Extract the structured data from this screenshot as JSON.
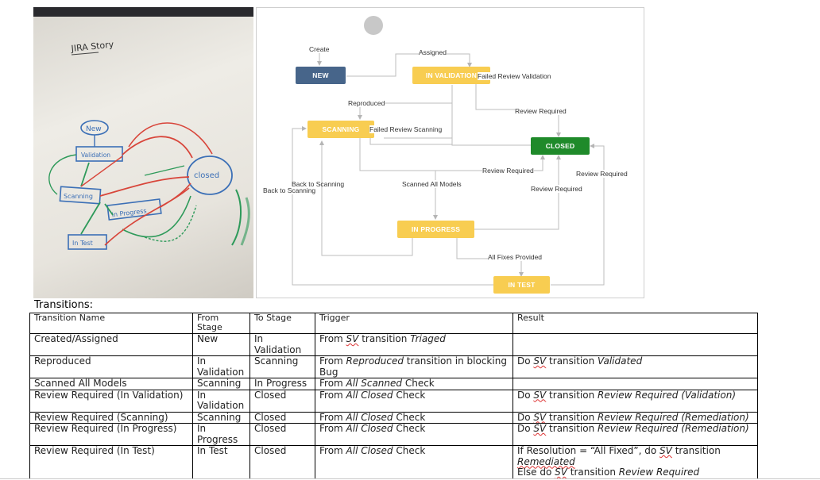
{
  "photo": {
    "title_text": "JIRA Story",
    "labels": [
      "New",
      "Validation",
      "Scanning",
      "In Progress",
      "In Test",
      "closed"
    ]
  },
  "diagram": {
    "nodes": {
      "new": "NEW",
      "in_validation": "IN VALIDATION",
      "scanning": "SCANNING",
      "closed": "CLOSED",
      "in_progress": "IN PROGRESS",
      "in_test": "IN TEST"
    },
    "edges": {
      "create": "Create",
      "assigned": "Assigned",
      "failed_review_validation": "Failed Review Validation",
      "reproduced": "Reproduced",
      "review_required_1": "Review Required",
      "failed_review_scanning": "Failed Review Scanning",
      "review_required_2": "Review Required",
      "review_required_3": "Review Required",
      "back_to_scanning_1": "Back to Scanning",
      "back_to_scanning_2": "Back to Scanning",
      "scanned_all_models": "Scanned All Models",
      "review_required_4": "Review Required",
      "all_fixes_provided": "All Fixes Provided"
    },
    "colors": {
      "yellow": "#f8cd51",
      "blue": "#47658a",
      "green": "#1f8a2a",
      "start": "#c8c8c8"
    }
  },
  "section_title": "Transitions:",
  "table": {
    "headers": [
      "Transition Name",
      "From Stage",
      "To Stage",
      "Trigger",
      "Result"
    ],
    "rows": [
      {
        "name": "Created/Assigned",
        "from": "New",
        "to": "In Validation",
        "trigger": {
          "pre": "From ",
          "sv": "SV",
          "mid": " transition ",
          "em": "Triaged",
          "post": ""
        },
        "result": null
      },
      {
        "name": "Reproduced",
        "from": "In Validation",
        "to": "Scanning",
        "trigger": {
          "pre": "From ",
          "em": "Reproduced",
          "post": " transition in blocking Bug"
        },
        "result": {
          "pre": "Do ",
          "sv": "SV",
          "mid": " transition ",
          "em": "Validated"
        }
      },
      {
        "name": "Scanned All Models",
        "from": "Scanning",
        "to": "In Progress",
        "trigger": {
          "pre": "From ",
          "em": "All Scanned",
          "post": " Check"
        },
        "result": null
      },
      {
        "name": "Review Required (In Validation)",
        "from": "In Validation",
        "to": "Closed",
        "trigger": {
          "pre": "From ",
          "em": "All Closed",
          "post": " Check"
        },
        "result": {
          "pre": "Do ",
          "sv": "SV",
          "mid": " transition ",
          "em": "Review Required (Validation)"
        }
      },
      {
        "name": "Review Required (Scanning)",
        "from": "Scanning",
        "to": "Closed",
        "trigger": {
          "pre": "From ",
          "em": "All Closed",
          "post": " Check"
        },
        "result": {
          "pre": "Do ",
          "sv": "SV",
          "mid": " transition ",
          "em": "Review Required (Remediation)"
        }
      },
      {
        "name": "Review Required (In Progress)",
        "from": "In Progress",
        "to": "Closed",
        "trigger": {
          "pre": "From ",
          "em": "All Closed",
          "post": " Check"
        },
        "result": {
          "pre": "Do ",
          "sv": "SV",
          "mid": " transition ",
          "em": "Review Required (Remediation)"
        }
      },
      {
        "name": "Review Required (In Test)",
        "from": "In Test",
        "to": "Closed",
        "trigger": {
          "pre": "From ",
          "em": "All Closed",
          "post": " Check"
        },
        "result_lines": {
          "l1_pre": "If Resolution = “All Fixed”, do ",
          "sv": "SV",
          "l1_mid": " transition",
          "l2_em": "Remediated",
          "l3_pre": "Else do ",
          "l3_mid": " transition ",
          "l3_em": "Review Required"
        }
      }
    ]
  }
}
